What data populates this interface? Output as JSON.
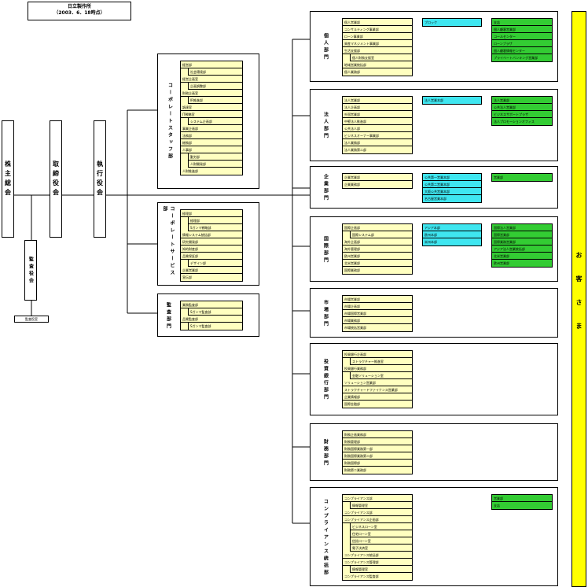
{
  "header": {
    "title": "日立製作所",
    "date": "（2003．6．18時点）"
  },
  "governance": {
    "shareholders": "株主総会",
    "board": "取締役会",
    "exec": "執行役会",
    "auditors": "監査役会",
    "audit_office": "監査役室"
  },
  "corporate": {
    "label": "コーポレートスタッフ部",
    "items": [
      {
        "t": "経営部",
        "l": 0
      },
      {
        "t": "社会環境部",
        "l": 1
      },
      {
        "t": "経営企画室",
        "l": 0
      },
      {
        "t": "企画調整部",
        "l": 1
      },
      {
        "t": "財務企画室",
        "l": 0
      },
      {
        "t": "IR推進部",
        "l": 1
      },
      {
        "t": "調達室",
        "l": 0
      },
      {
        "t": "IT戦略室",
        "l": 0
      },
      {
        "t": "システム企画部",
        "l": 1
      },
      {
        "t": "事業企画部",
        "l": 0
      },
      {
        "t": "法務部",
        "l": 0
      },
      {
        "t": "総務部",
        "l": 0
      },
      {
        "t": "人事部",
        "l": 0
      },
      {
        "t": "勤労部",
        "l": 1
      },
      {
        "t": "人財開発部",
        "l": 1
      },
      {
        "t": "人財推進部",
        "l": 0
      }
    ]
  },
  "corporate_service": {
    "label": "コーポレートサービス部",
    "items": [
      {
        "t": "経理部",
        "l": 0
      },
      {
        "t": "経理部",
        "l": 1
      },
      {
        "t": "Sガンマ戦略部",
        "l": 1
      },
      {
        "t": "情報システム統括部",
        "l": 0
      },
      {
        "t": "研究開発部",
        "l": 0
      },
      {
        "t": "知的財産部",
        "l": 0
      },
      {
        "t": "品質保証部",
        "l": 0
      },
      {
        "t": "デザイン部",
        "l": 1
      },
      {
        "t": "企業営業部",
        "l": 0
      },
      {
        "t": "宣伝部",
        "l": 0
      }
    ]
  },
  "audit_div": {
    "label": "監査部門",
    "items": [
      {
        "t": "業務監査部",
        "l": 0
      },
      {
        "t": "Sガンマ監査部",
        "l": 1
      },
      {
        "t": "品質監査部",
        "l": 0
      },
      {
        "t": "Sガンマ監査部",
        "l": 1
      }
    ]
  },
  "divisions": [
    {
      "label": "個人部門",
      "items": [
        {
          "t": "個人営業部",
          "l": 0
        },
        {
          "t": "コンサルティング事業部",
          "l": 0
        },
        {
          "t": "ローン事業部",
          "l": 0
        },
        {
          "t": "資産マネジメント事業部",
          "l": 0
        },
        {
          "t": "生活支援部",
          "l": 0
        },
        {
          "t": "個人財務支援室",
          "l": 1
        },
        {
          "t": "地域営業統括部",
          "l": 0
        },
        {
          "t": "個人業務部",
          "l": 0
        }
      ],
      "cyan": [
        "ブロック"
      ],
      "green": [
        "支店",
        "個人顧客営業部",
        "コールセンター",
        "ローンプラザ",
        "個人顧客情報センター",
        "プライベートバンキング営業部"
      ]
    },
    {
      "label": "法人部門",
      "items": [
        {
          "t": "法人営業部",
          "l": 0
        },
        {
          "t": "法人企画部",
          "l": 0
        },
        {
          "t": "外国営業部",
          "l": 0
        },
        {
          "t": "中堅法人推進部",
          "l": 0
        },
        {
          "t": "公共法人部",
          "l": 0
        },
        {
          "t": "ビジネスオーナー事業部",
          "l": 0
        },
        {
          "t": "法人業務部",
          "l": 0
        },
        {
          "t": "法人業務第二部",
          "l": 0
        }
      ],
      "cyan": [
        "法人営業本部"
      ],
      "green": [
        "法人営業部",
        "公共法人営業部",
        "ビジネスサポートプラザ",
        "法人プロモーションオフィス"
      ]
    },
    {
      "label": "企業部門",
      "items": [
        {
          "t": "企業営業部",
          "l": 0
        },
        {
          "t": "企業業務部",
          "l": 0
        }
      ],
      "cyan": [
        "公共第一営業本部",
        "公共第二営業本部",
        "大阪公共営業本部",
        "名古屋営業本部"
      ],
      "green": [
        "営業部"
      ]
    },
    {
      "label": "国際部門",
      "items": [
        {
          "t": "国際企画部",
          "l": 0
        },
        {
          "t": "国際システム部",
          "l": 1
        },
        {
          "t": "海外企画部",
          "l": 0
        },
        {
          "t": "海外管理部",
          "l": 0
        },
        {
          "t": "欧州営業部",
          "l": 0
        },
        {
          "t": "北米営業部",
          "l": 0
        },
        {
          "t": "国際業務部",
          "l": 0
        }
      ],
      "cyan": [
        "アジア本部",
        "欧州本部",
        "米州本部"
      ],
      "green": [
        "国際法人営業部",
        "国際営業部",
        "国際業務営業部",
        "アジア法人営業統括部",
        "北米営業部",
        "欧州営業部"
      ]
    },
    {
      "label": "市場部門",
      "items": [
        {
          "t": "市場営業部",
          "l": 0
        },
        {
          "t": "市場企画部",
          "l": 0
        },
        {
          "t": "市場国際営業部",
          "l": 0
        },
        {
          "t": "市場業務部",
          "l": 0
        },
        {
          "t": "市場統括営業部",
          "l": 0
        }
      ],
      "cyan": [],
      "green": []
    },
    {
      "label": "投資銀行部門",
      "items": [
        {
          "t": "投資銀行企画部",
          "l": 0
        },
        {
          "t": "ストラクチャー推進室",
          "l": 1
        },
        {
          "t": "投資銀行業務部",
          "l": 0
        },
        {
          "t": "金融ソリューション室",
          "l": 1
        },
        {
          "t": "ソリューション営業部",
          "l": 0
        },
        {
          "t": "ストラクチャードファイナンス営業部",
          "l": 0
        },
        {
          "t": "企業情報部",
          "l": 0
        },
        {
          "t": "国際金融部",
          "l": 0
        }
      ],
      "cyan": [],
      "green": []
    },
    {
      "label": "財務部門",
      "items": [
        {
          "t": "財務企画業務部",
          "l": 0
        },
        {
          "t": "財務管理部",
          "l": 0
        },
        {
          "t": "財務国際業務第一部",
          "l": 0
        },
        {
          "t": "財務国際業務第二部",
          "l": 0
        },
        {
          "t": "財務国際部",
          "l": 0
        },
        {
          "t": "財務第二業務部",
          "l": 0
        }
      ],
      "cyan": [],
      "green": []
    },
    {
      "label": "コンプライアンス統括部",
      "items": [
        {
          "t": "コンプライアンス部",
          "l": 0
        },
        {
          "t": "情報管理室",
          "l": 1
        },
        {
          "t": "コンプライアンス部",
          "l": 0
        },
        {
          "t": "コンプライアンス企画部",
          "l": 0
        },
        {
          "t": "ビジネスローン室",
          "l": 1
        },
        {
          "t": "住宅ローン室",
          "l": 1
        },
        {
          "t": "信託ローン室",
          "l": 1
        },
        {
          "t": "電子決済室",
          "l": 1
        },
        {
          "t": "コンプライアンス統括部",
          "l": 0
        },
        {
          "t": "コンプライアンス管理部",
          "l": 0
        },
        {
          "t": "情報管理室",
          "l": 1
        },
        {
          "t": "コンプライアンス監査部",
          "l": 0
        }
      ],
      "cyan": [],
      "green": [
        "営業部",
        "支店"
      ]
    }
  ],
  "customer": "お客さま"
}
